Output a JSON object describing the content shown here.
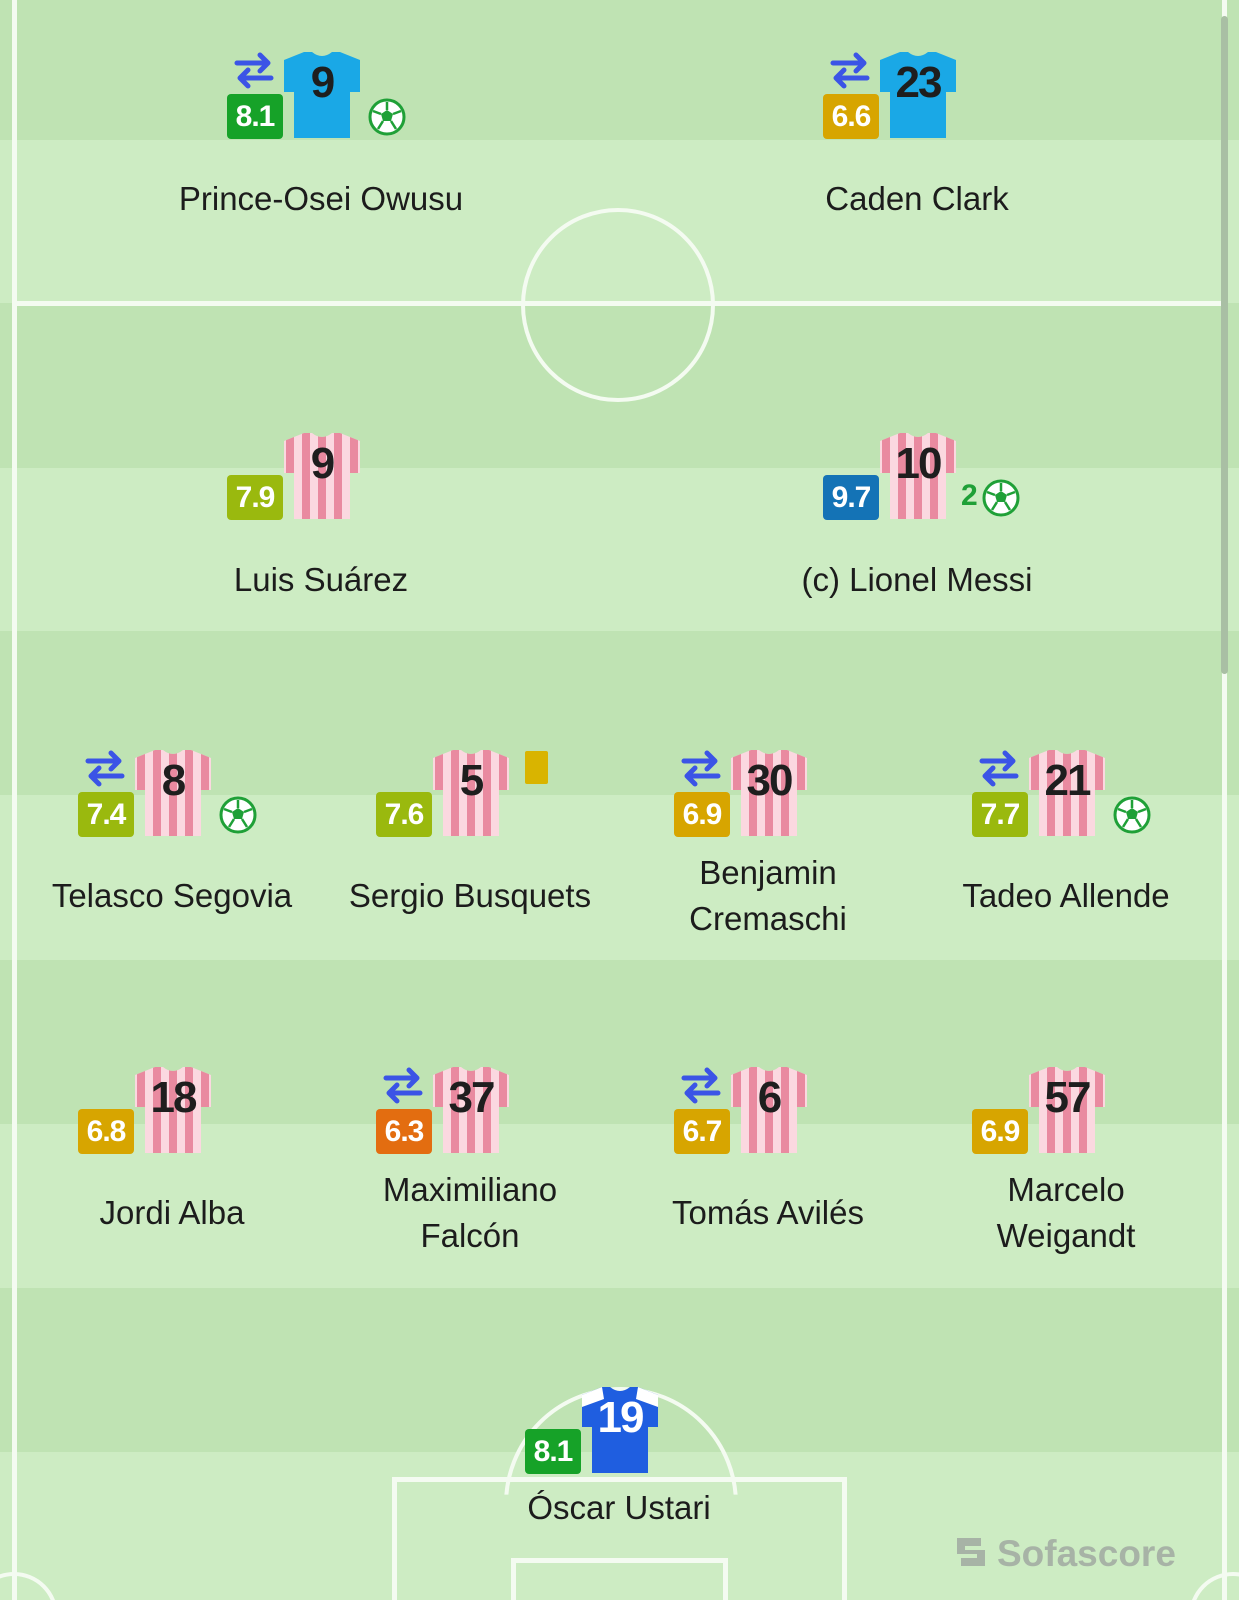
{
  "colors": {
    "away_kit": "#1aa8e6",
    "home_kit_stripe_light": "#fbd8e0",
    "home_kit_stripe_dark": "#e98aa0",
    "gk_kit": "#1f5ee0",
    "sub_arrow": "#3b54e6",
    "rating_green": "#16a228",
    "rating_lime": "#9ab90e",
    "rating_gold": "#d7a500",
    "rating_orange": "#e36d10",
    "rating_blue": "#1473b6",
    "goal_icon": "#1fa037",
    "yellow_card": "#d9b400"
  },
  "away_players": [
    {
      "number": "9",
      "name": "Prince-Osei Owusu",
      "rating": "8.1",
      "rating_color": "green",
      "substituted": true,
      "goals": 1
    },
    {
      "number": "23",
      "name": "Caden Clark",
      "rating": "6.6",
      "rating_color": "gold",
      "substituted": true,
      "goals": 0
    }
  ],
  "home_players": [
    {
      "number": "9",
      "name": "Luis Suárez",
      "rating": "7.9",
      "rating_color": "lime"
    },
    {
      "number": "10",
      "name": "(c) Lionel Messi",
      "rating": "9.7",
      "rating_color": "blue",
      "goals": 2,
      "goals_label": "2"
    },
    {
      "number": "8",
      "name": "Telasco Segovia",
      "rating": "7.4",
      "rating_color": "lime",
      "substituted": true,
      "goals": 1
    },
    {
      "number": "5",
      "name": "Sergio Busquets",
      "rating": "7.6",
      "rating_color": "lime",
      "yellow_card": true
    },
    {
      "number": "30",
      "name": "Benjamin Cremaschi",
      "rating": "6.9",
      "rating_color": "gold",
      "substituted": true
    },
    {
      "number": "21",
      "name": "Tadeo Allende",
      "rating": "7.7",
      "rating_color": "lime",
      "substituted": true,
      "goals": 1
    },
    {
      "number": "18",
      "name": "Jordi Alba",
      "rating": "6.8",
      "rating_color": "gold"
    },
    {
      "number": "37",
      "name": "Maximiliano Falcón",
      "rating": "6.3",
      "rating_color": "orange",
      "substituted": true
    },
    {
      "number": "6",
      "name": "Tomás Avilés",
      "rating": "6.7",
      "rating_color": "gold",
      "substituted": true
    },
    {
      "number": "57",
      "name": "Marcelo Weigandt",
      "rating": "6.9",
      "rating_color": "gold"
    }
  ],
  "goalkeeper": {
    "number": "19",
    "name": "Óscar Ustari",
    "rating": "8.1",
    "rating_color": "green"
  },
  "icons": [
    "substitution-icon",
    "goal-ball-icon",
    "yellow-card-icon",
    "shirt-icon",
    "sofascore-logo-icon"
  ],
  "brand": {
    "name": "Sofascore"
  }
}
